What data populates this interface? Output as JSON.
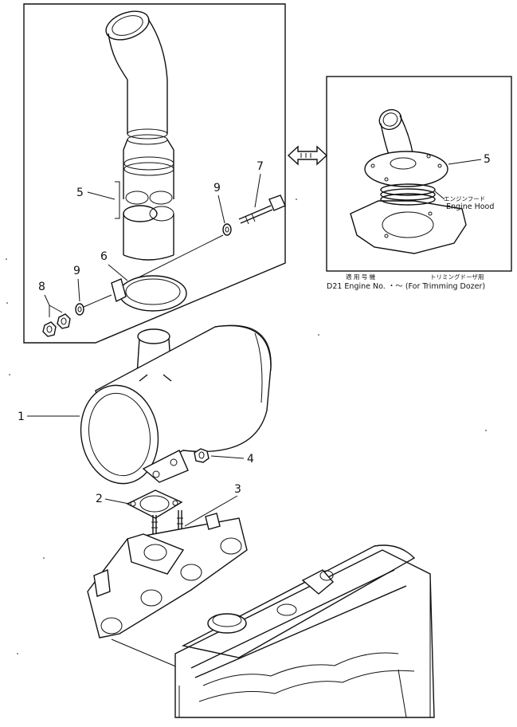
{
  "callouts": {
    "c1": "1",
    "c2": "2",
    "c3": "3",
    "c4": "4",
    "c5_main": "5",
    "c5_inset": "5",
    "c6": "6",
    "c7": "7",
    "c8": "8",
    "c9_upper": "9",
    "c9_lower": "9"
  },
  "inset": {
    "label_jp": "エンジンフード",
    "label_en": "Engine Hood",
    "note_jp_left": "適 用 号 機",
    "note_jp_right": "トリミングドーザ用",
    "note_en": "D21 Engine No. ・～ (For Trimming Dozer)"
  }
}
